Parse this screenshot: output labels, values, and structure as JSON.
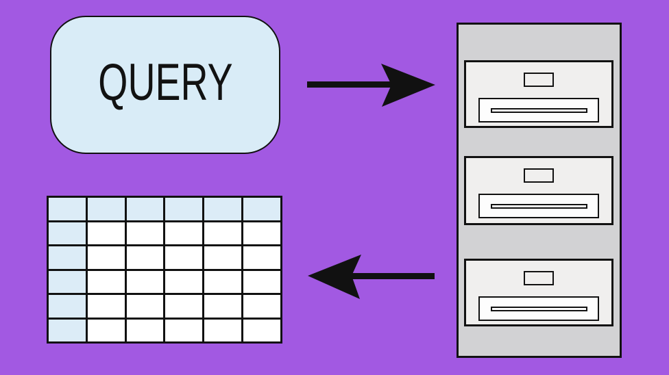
{
  "diagram": {
    "query_node": {
      "label": "QUERY"
    },
    "database_cabinet": {
      "drawer_count": 3
    },
    "result_table": {
      "rows": 6,
      "cols": 6,
      "has_header_row": true,
      "has_header_column": true
    },
    "arrows": [
      {
        "direction": "right",
        "from": "query-node",
        "to": "database-cabinet"
      },
      {
        "direction": "left",
        "from": "database-cabinet",
        "to": "result-table"
      }
    ]
  },
  "colors": {
    "background": "#a259e2",
    "node_fill": "#d9ecf7",
    "table_header_fill": "#dcecf7",
    "cell_fill": "#ffffff",
    "cabinet_fill": "#d2d2d4",
    "drawer_fill": "#f0efee",
    "handle_fill": "#fdfdfd",
    "line": "#111111"
  }
}
